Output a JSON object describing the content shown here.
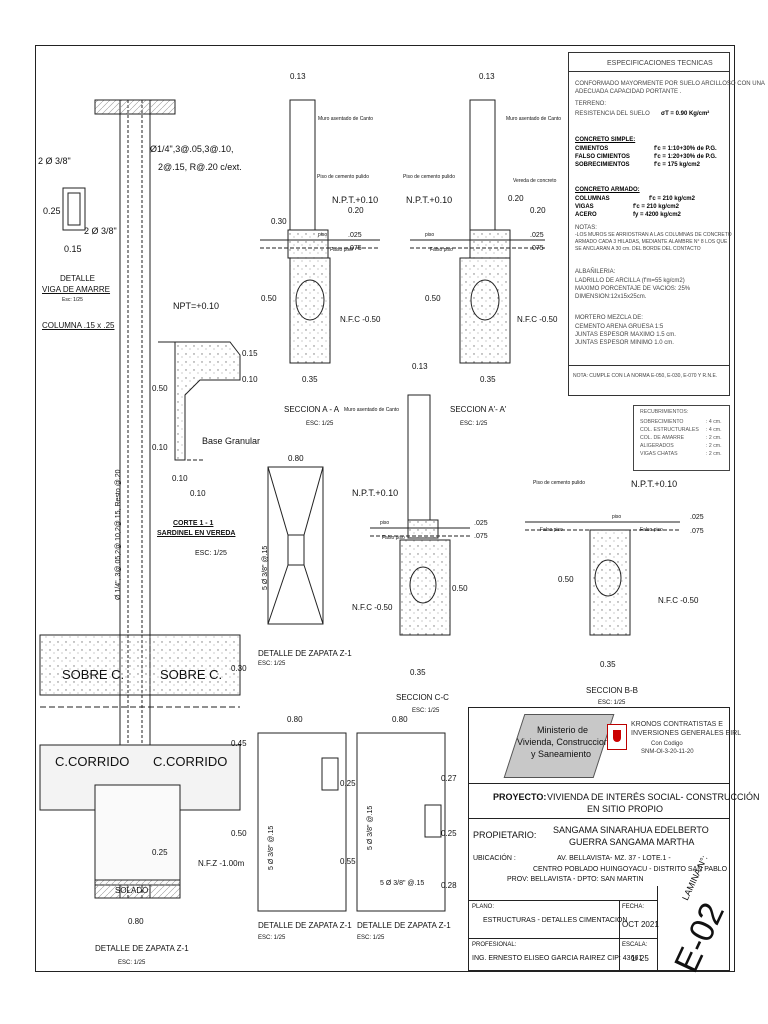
{
  "drawing": {
    "viga_detail": {
      "bar_top": "2 Ø 3/8\"",
      "bar_bottom": "2 Ø 3/8\"",
      "dim_h": "0.25",
      "dim_w": "0.15",
      "title": "DETALLE",
      "subtitle": "VIGA DE AMARRE",
      "scale": "Esc: 1/25"
    },
    "columna_label": "COLUMNA .15 x .25",
    "stirrups_top": "Ø1/4\",3@.05,3@.10,",
    "stirrups_top2": "2@.15, R@.20 c/ext.",
    "stirrups_vertical": "Ø 1/4\", 3@.05,2@.10,2@.15, Resto @.20",
    "sardinel": {
      "npt": "NPT=+0.10",
      "dim_top": "0.15",
      "dim_mid": "0.10",
      "dim_left": "0.50",
      "dim_low": "0.10",
      "dim_b1": "0.10",
      "dim_b2": "0.10",
      "base": "Base Granular",
      "title": "CORTE 1 - 1",
      "subtitle": "SARDINEL EN VEREDA",
      "scale": "ESC: 1/25"
    },
    "seccion_aa": {
      "dim_top": "0.13",
      "muro": "Muro asentado de Canto",
      "piso": "Piso de cemento pulido",
      "npt": "N.P.T.+0.10",
      "d030": "0.30",
      "d020": "0.20",
      "d025": ".025",
      "d075": ".075",
      "piso_lbl": "piso",
      "falso": "Falso piso",
      "d050": "0.50",
      "nfc": "N.F.C -0.50",
      "d035": "0.35",
      "title": "SECCION A - A",
      "scale": "ESC: 1/25"
    },
    "seccion_aa2": {
      "dim_top": "0.13",
      "muro": "Muro asentado de Canto",
      "piso": "Piso de cemento pulido",
      "vereda": "Vereda de concreto",
      "npt": "N.P.T.+0.10",
      "d020a": "0.20",
      "d020b": "0.20",
      "d025": ".025",
      "d075": ".075",
      "piso_lbl": "piso",
      "falso": "Falso piso",
      "d050": "0.50",
      "nfc": "N.F.C -0.50",
      "d035": "0.35",
      "title": "SECCION A'- A'",
      "scale": "ESC: 1/25"
    },
    "zapata_z1_top": {
      "dim": "0.80",
      "bars": "5 Ø 3/8\" @.15",
      "title": "DETALLE DE ZAPATA Z-1",
      "scale": "ESC: 1/25"
    },
    "seccion_cc": {
      "dim_top": "0.13",
      "muro": "Muro asentado de Canto",
      "npt": "N.P.T.+0.10",
      "piso_lbl": "piso",
      "falso": "Falso piso",
      "d025": ".025",
      "d075": ".075",
      "d050": "0.50",
      "nfc": "N.F.C -0.50",
      "d035": "0.35",
      "title": "SECCION C-C",
      "scale": "ESC: 1/25"
    },
    "seccion_bb": {
      "piso": "Piso de cemento pulido",
      "npt": "N.P.T.+0.10",
      "piso_lbl": "piso",
      "falso1": "Falso piso",
      "falso2": "Falso piso",
      "d025": ".025",
      "d075": ".075",
      "d050": "0.50",
      "nfc": "N.F.C -0.50",
      "d035": "0.35",
      "title": "SECCION B-B",
      "scale": "ESC: 1/25"
    },
    "zapata_big": {
      "sobre1": "SOBRE C.",
      "sobre2": "SOBRE C.",
      "corrido1": "C.CORRIDO",
      "corrido2": "C.CORRIDO",
      "d030": "0.30",
      "d045": "0.45",
      "d050": "0.50",
      "d025": "0.25",
      "nfz": "N.F.Z -1.00m",
      "solado": "SOLADO",
      "d080": "0.80",
      "title": "DETALLE DE ZAPATA Z-1",
      "scale": "ESC: 1/25"
    },
    "zapata_small1": {
      "dim": "0.80",
      "d025": "0.25",
      "d055": "0.55",
      "bars": "5 Ø 3/8\" @.15",
      "title": "DETALLE DE ZAPATA Z-1",
      "scale": "ESC: 1/25"
    },
    "zapata_small2": {
      "dim": "0.80",
      "d027": "0.27",
      "d025": "0.25",
      "d028": "0.28",
      "bars_v": "5 Ø 3/8\" @.15",
      "bars_h": "5 Ø 3/8\" @.15",
      "title": "DETALLE DE ZAPATA Z-1",
      "scale": "ESC: 1/25"
    }
  },
  "specs": {
    "title": "ESPECIFICACIONES TECNICAS",
    "l1": "CONFORMADO MAYORMENTE POR SUELO ARCILLOSO CON UNA",
    "l2": "ADECUADA CAPACIDAD PORTANTE .",
    "terreno": "TERRENO:",
    "resist": "RESISTENCIA DEL SUELO",
    "resist_val": "σT = 0.90 Kg/cm²",
    "cs_title": "CONCRETO SIMPLE:",
    "cs1a": "CIMIENTOS",
    "cs1b": "f'c = 1:10+30% de P.G.",
    "cs2a": "FALSO CIMIENTOS",
    "cs2b": "f'c = 1:20+30% de P.G.",
    "cs3a": "SOBRECIMIENTOS",
    "cs3b": "f'c = 175 kg/cm2",
    "ca_title": "CONCRETO ARMADO:",
    "ca1a": "COLUMNAS",
    "ca1b": "f'c = 210 kg/cm2",
    "ca2a": "VIGAS",
    "ca2b": "f'c = 210 kg/cm2",
    "ca3a": "ACERO",
    "ca3b": "fy = 4200 kg/cm2",
    "notas": "NOTAS:",
    "n1": "-LOS MUROS SE ARRIOSTRAN A LAS COLUMNAS DE CONCRETO",
    "n2": "ARMADO CADA 3 HILADAS, MEDIANTE ALAMBRE N° 8 LOS QUE",
    "n3": "SE ANCLARAN A 30 cm. DEL BORDE DEL CONTACTO",
    "alb": "ALBAÑILERIA:",
    "a1": "LADRILLO DE ARCILLA (f'm=55 kg/cm2)",
    "a2": "MAXIMO PORCENTAJE DE VACIOS: 25%",
    "a3": "DIMENSION:12x15x25cm.",
    "mort": "MORTERO MEZCLA DE:",
    "m1": "CEMENTO ARENA GRUESA 1:5",
    "m2": "JUNTAS ESPESOR MAXIMO 1.5 cm.",
    "m3": "JUNTAS ESPESOR MINIMO 1.0 cm.",
    "nota": "NOTA: CUMPLE CON LA NORMA E-050, E-030, E-070 Y R.N.E."
  },
  "recubrimientos": {
    "title": "RECUBRIMIENTOS:",
    "rows": [
      {
        "k": "SOBRECIMIENTO",
        "v": ": 4 cm."
      },
      {
        "k": "COL. ESTRUCTURALES",
        "v": ": 4 cm."
      },
      {
        "k": "COL. DE AMARRE",
        "v": ": 2 cm."
      },
      {
        "k": "ALIGERADOS",
        "v": ": 2 cm."
      },
      {
        "k": "VIGAS CHATAS",
        "v": ": 2 cm."
      }
    ]
  },
  "title_block": {
    "ministerio1": "Ministerio de",
    "ministerio2": "Vivienda, Construccion",
    "ministerio3": "y Saneamiento",
    "company1": "KRONOS CONTRATISTAS E",
    "company2": "INVERSIONES GENERALES EIRL",
    "code_label": "Con Codigo",
    "code_val": "SNM-OI-3-20-11-20",
    "proyecto_lbl": "PROYECTO:",
    "proyecto1": "VIVIENDA DE INTERÉS SOCIAL- CONSTRUCCIÓN",
    "proyecto2": "EN SITIO PROPIO",
    "propietario_lbl": "PROPIETARIO:",
    "prop1": "SANGAMA SINARAHUA EDELBERTO",
    "prop2": "GUERRA SANGAMA MARTHA",
    "ubicacion_lbl": "UBICACIÓN :",
    "ub1": "AV. BELLAVISTA- MZ. 37 - LOTE.1 -",
    "ub2": "CENTRO POBLADO HUINGOYACU - DISTRITO SAN PABLO",
    "ub3": "PROV: BELLAVISTA - DPTO: SAN MARTIN",
    "plano_lbl": "PLANO:",
    "plano": "ESTRUCTURAS - DETALLES CIMENTACION",
    "fecha_lbl": "FECHA:",
    "fecha": "OCT 2021",
    "prof_lbl": "PROFESIONAL:",
    "prof": "ING. ERNESTO ELISEO GARCIA RAIREZ CIP: 43661",
    "escala_lbl": "ESCALA:",
    "escala": "1/ 25",
    "lamina_lbl": "LAMINA N°:",
    "lamina": "E-02"
  }
}
